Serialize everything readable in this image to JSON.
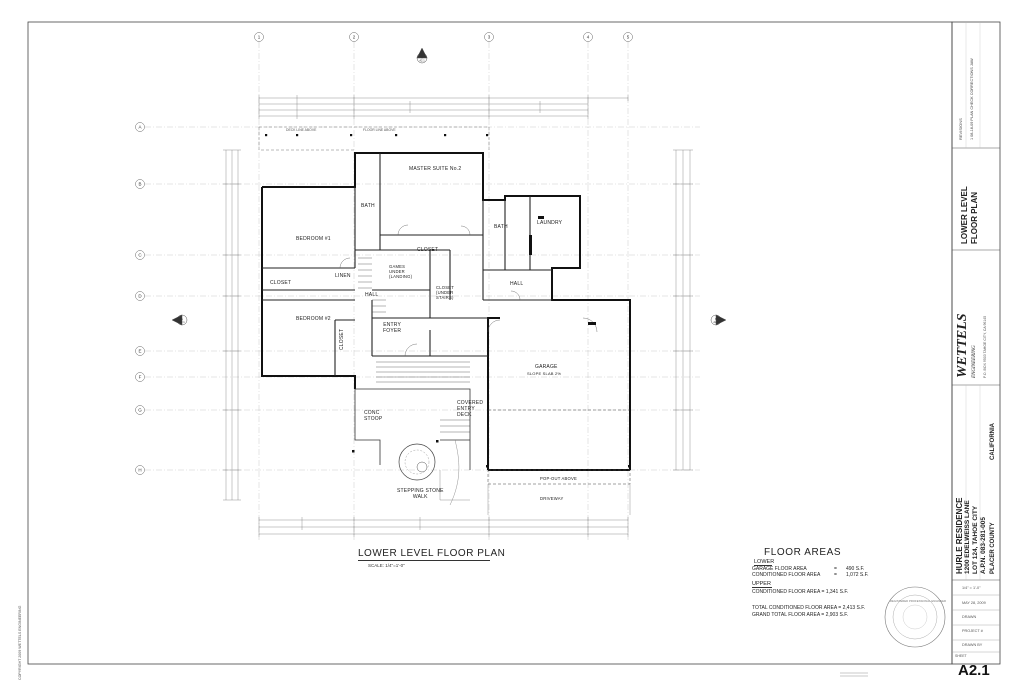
{
  "plan": {
    "title": "LOWER LEVEL FLOOR PLAN",
    "scale": "SCALE: 1/4\"=1'-0\"",
    "rooms": {
      "master_suite": "MASTER SUITE No.2",
      "bedroom1": "BEDROOM #1",
      "bedroom2": "BEDROOM #2",
      "bath1": "BATH",
      "bath2": "BATH",
      "laundry": "LAUNDRY",
      "closet_main": "CLOSET",
      "closet_left": "CLOSET",
      "closet_small": "CLOSET",
      "linen": "LINEN",
      "hall1": "HALL",
      "hall2": "HALL",
      "games": "GAMES\nUNDER\n(LANDING)",
      "closet_under": "CLOSET\n(UNDER\nSTAIRS)",
      "entry": "ENTRY\nFOYER",
      "garage": "GARAGE",
      "garage_slope": "SLOPE SLAB 2%",
      "conc_stoop": "CONC\nSTOOP",
      "covered_deck": "COVERED\nENTRY\nDECK",
      "stepping": "STEPPING STONE\nWALK",
      "driveway": "DRIVEWAY",
      "popout": "POP-OUT ABOVE",
      "deck_above": "DECK LINE ABOVE",
      "floorline_above": "FLOOR LINE ABOVE"
    },
    "grid_cols": [
      "1",
      "2",
      "3",
      "4",
      "5"
    ],
    "grid_rows": [
      "A",
      "B",
      "C",
      "D",
      "E",
      "F",
      "G",
      "H"
    ],
    "section_marks": [
      "A",
      "A2.1",
      "A",
      "A2.1",
      "B",
      "A2.1"
    ]
  },
  "floor_areas": {
    "title": "FLOOR AREAS",
    "lower_heading": "LOWER",
    "garage_label": "GARAGE FLOOR AREA",
    "garage_eq": "=",
    "garage_val": "490 S.F.",
    "cond_label": "CONDITIONED FLOOR AREA",
    "cond_eq": "=",
    "cond_val": "1,072 S.F.",
    "upper_heading": "UPPER",
    "upper_row": "CONDITIONED FLOOR AREA = 1,341 S.F.",
    "total_cond": "TOTAL  CONDITIONED FLOOR AREA = 2,413 S.F.",
    "grand_total": "GRAND TOTAL  FLOOR AREA  = 2,903 S.F."
  },
  "title_block": {
    "revision_label": "REVISIONS",
    "revision_row": "1  08-18-09  PLAN CHECK CORRECTIONS   JAW",
    "sheet_title_1": "LOWER LEVEL",
    "sheet_title_2": "FLOOR PLAN",
    "firm_name": "WETTELS",
    "firm_sub": "ENGINEERING",
    "firm_address": "P.O. BOX 9503  TAHOE CITY, CA 96145",
    "project_name": "HURLE RESIDENCE",
    "address": "1200 EDELWEISS LANE",
    "lot": "LOT 124, TAHOE CITY",
    "apn": "A.P.N.  083-281-005",
    "county": "PLACER COUNTY",
    "state": "CALIFORNIA",
    "scale_field": "1/4\" = 1'-0\"",
    "date_field": "MAY 28, 2009",
    "drawn_field": "DRAWN",
    "project_field": "PROJECT #",
    "drawn_by": "DRAWN BY",
    "sheet_label": "SHEET",
    "sheet_number": "A2.1",
    "stamp_text": "REGISTERED PROFESSIONAL ENGINEER"
  },
  "copyright": "COPYRIGHT 2009 WETTELS ENGINEERING"
}
